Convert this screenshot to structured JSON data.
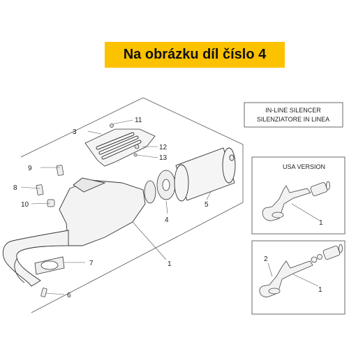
{
  "banner": {
    "text": "Na obrázku díl číslo 4",
    "color": "#fcc200"
  },
  "info_box": {
    "line1": "IN-LINE SILENCER",
    "line2": "SILENZIATORE IN LINEA"
  },
  "usa_box": {
    "title": "USA VERSION",
    "callout": "1"
  },
  "variant_box": {
    "callout_a": "2",
    "callout_b": "1"
  },
  "callouts": {
    "c1": "1",
    "c3": "3",
    "c4": "4",
    "c5": "5",
    "c6": "6",
    "c7": "7",
    "c8": "8",
    "c9": "9",
    "c10": "10",
    "c11": "11",
    "c12": "12",
    "c13": "13"
  }
}
